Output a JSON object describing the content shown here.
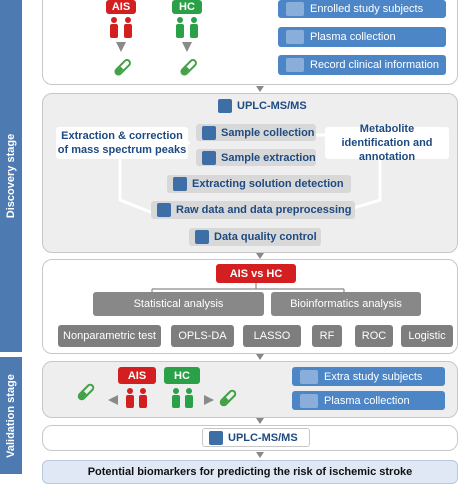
{
  "stages": {
    "discovery": "Discovery stage",
    "validation": "Validation stage"
  },
  "top": {
    "ais_label": "AIS",
    "hc_label": "HC",
    "items": [
      {
        "label": "Enrolled study subjects",
        "icon": "people-icon"
      },
      {
        "label": "Plasma collection",
        "icon": "syringe-icon"
      },
      {
        "label": "Record clinical information",
        "icon": "clipboard-icon"
      }
    ]
  },
  "discovery": {
    "platform": "UPLC-MS/MS",
    "left_note": "Extraction & correction of mass spectrum peaks",
    "right_note": "Metabolite identification and annotation",
    "steps": [
      "Sample collection",
      "Sample extraction",
      "Extracting solution detection",
      "Raw data and data preprocessing",
      "Data quality control"
    ]
  },
  "analysis": {
    "comparison": "AIS vs HC",
    "groups": [
      "Statistical analysis",
      "Bioinformatics analysis"
    ],
    "methods": [
      "Nonparametric test",
      "OPLS-DA",
      "LASSO",
      "RF",
      "ROC",
      "Logistic"
    ]
  },
  "validation": {
    "ais_label": "AIS",
    "hc_label": "HC",
    "items": [
      {
        "label": "Extra study subjects",
        "icon": "people-icon"
      },
      {
        "label": "Plasma collection",
        "icon": "syringe-icon"
      }
    ],
    "platform": "UPLC-MS/MS"
  },
  "conclusion": "Potential biomarkers for predicting the risk of ischemic stroke",
  "colors": {
    "stage_blue": "#4d7ab0",
    "item_blue": "#4d86c6",
    "ais_red": "#d31f1f",
    "hc_green": "#2aa147",
    "method_gray": "#7e7e7e"
  }
}
